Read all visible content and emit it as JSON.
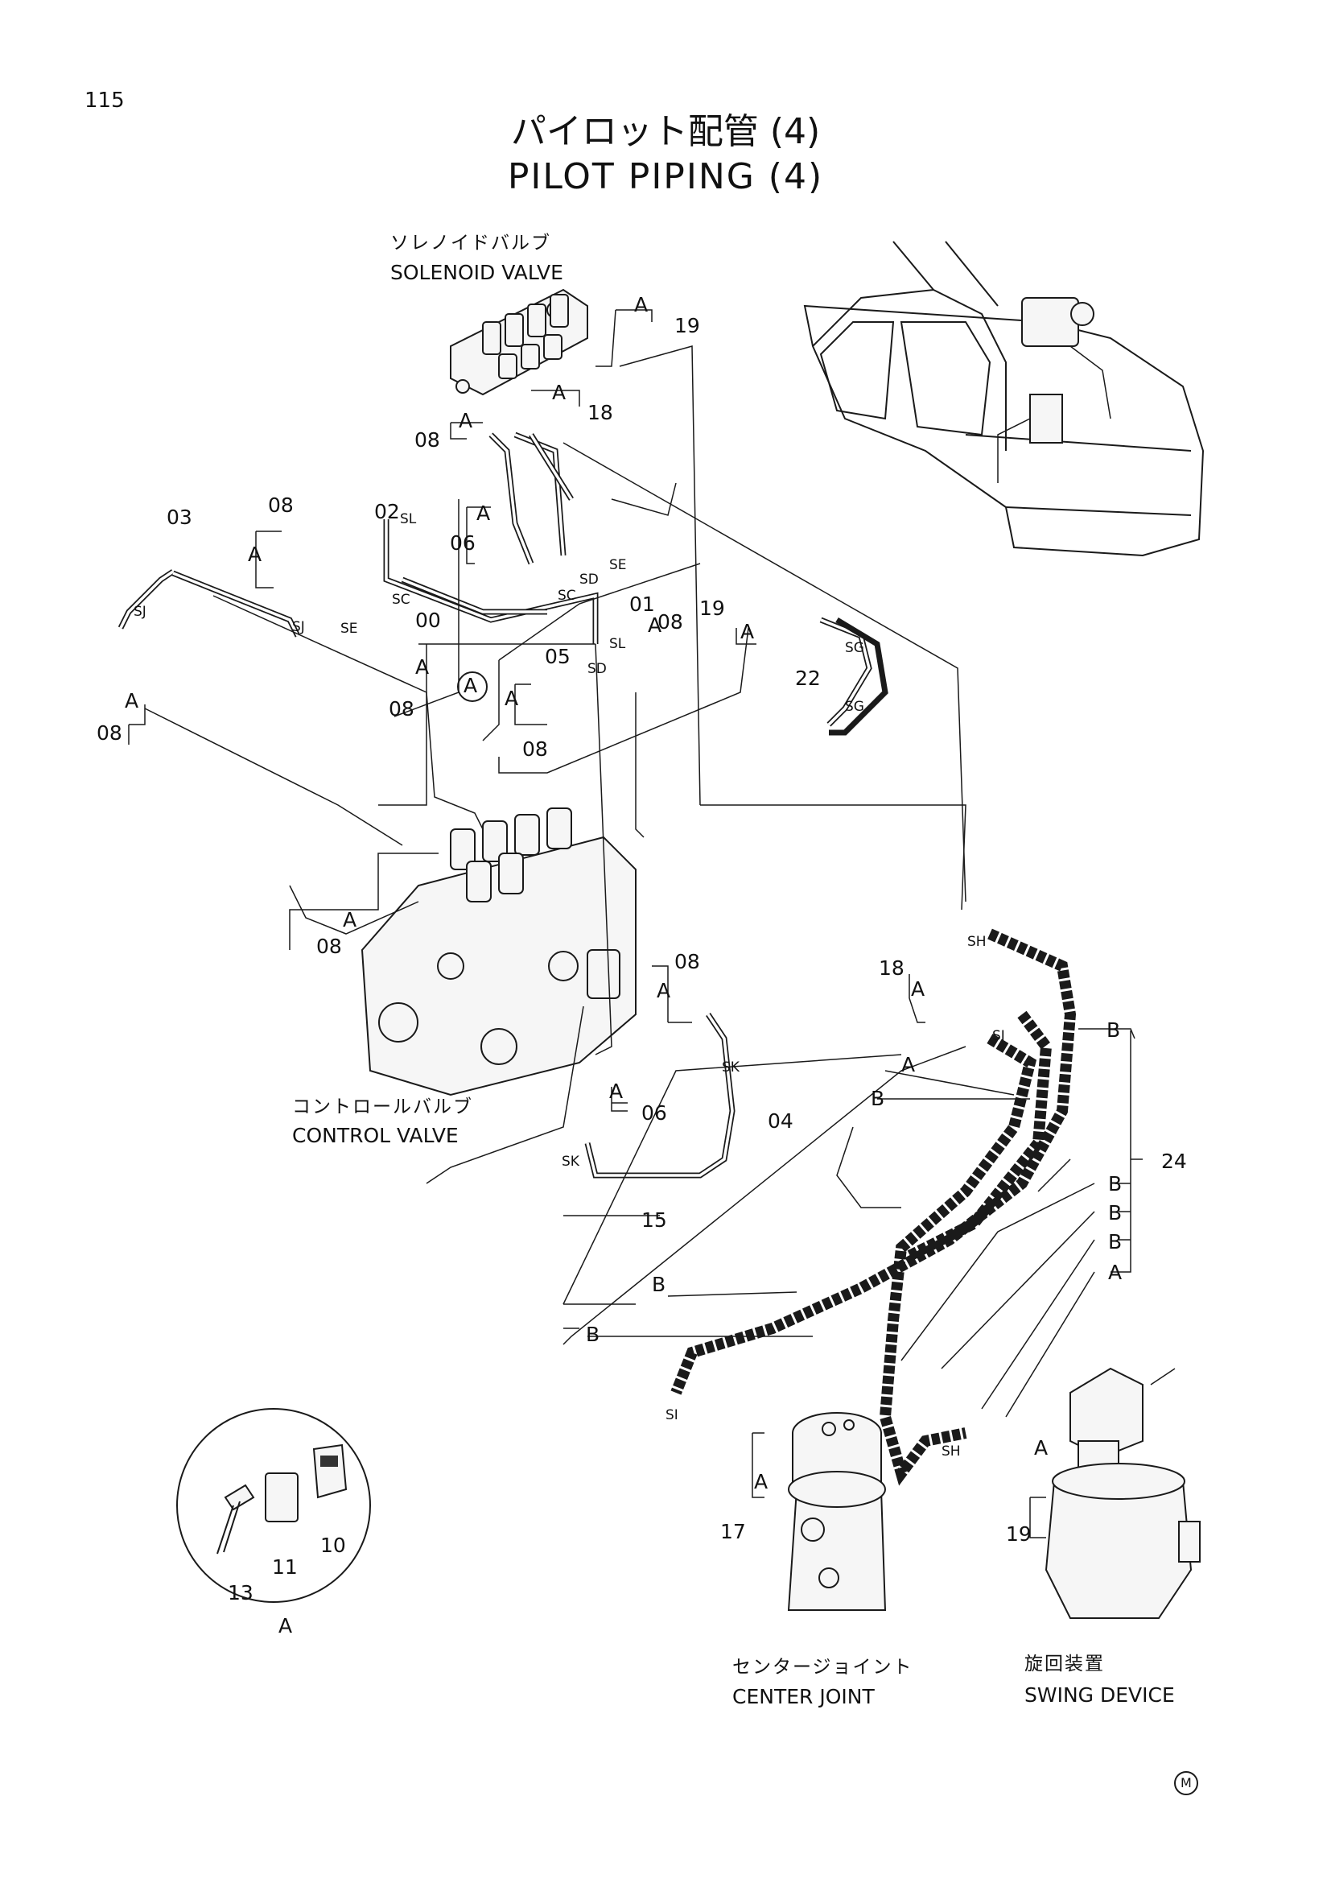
{
  "page_number": "115",
  "title_jp": "パイロット配管 (4)",
  "title_en": "PILOT PIPING (4)",
  "components": {
    "solenoid_valve_jp": "ソレノイドバルブ",
    "solenoid_valve_en": "SOLENOID VALVE",
    "control_valve_jp": "コントロールバルブ",
    "control_valve_en": "CONTROL VALVE",
    "center_joint_jp": "センタージョイント",
    "center_joint_en": "CENTER JOINT",
    "swing_device_jp": "旋回装置",
    "swing_device_en": "SWING DEVICE"
  },
  "callouts": {
    "p19a": "19",
    "p18a": "18",
    "p08a": "08",
    "p03": "03",
    "p08b": "08",
    "p02": "02",
    "p06a": "06",
    "p01": "01",
    "p00": "00",
    "p05": "05",
    "p08c": "08",
    "p19b": "19",
    "p08d": "08",
    "p08e": "08",
    "p08f": "08",
    "p22": "22",
    "p08g": "08",
    "p08h": "08",
    "p18b": "18",
    "p06b": "06",
    "p04": "04",
    "p15": "15",
    "p24": "24",
    "p17": "17",
    "p19c": "19",
    "p13": "13",
    "p11": "11",
    "p10": "10"
  },
  "letters": {
    "A": "A",
    "B": "B"
  },
  "ports": {
    "SL": "SL",
    "SE": "SE",
    "SD": "SD",
    "SC": "SC",
    "SJ": "SJ",
    "SG": "SG",
    "SH": "SH",
    "SI": "SI",
    "SK": "SK"
  },
  "mark": "M"
}
